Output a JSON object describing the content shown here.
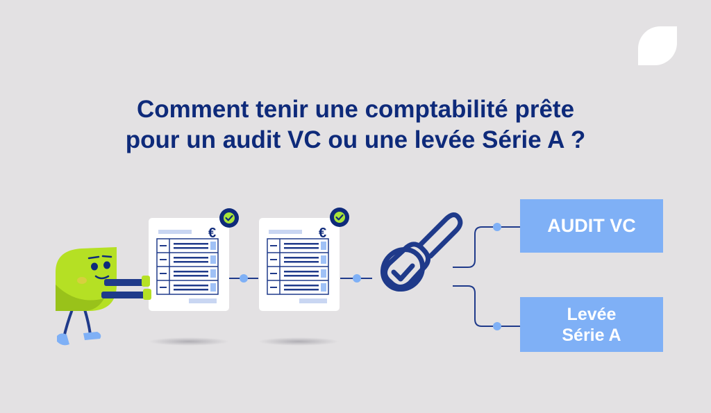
{
  "title": {
    "line1": "Comment tenir une comptabilité prête",
    "line2": "pour un audit VC ou une levée Série A ?"
  },
  "boxes": {
    "audit": "AUDIT VC",
    "levee_line1": "Levée",
    "levee_line2": "Série A"
  },
  "documents": {
    "currency_symbol": "€"
  },
  "icons": [
    "logo-leaf-icon",
    "check-badge-icon",
    "stamp-icon",
    "mascot-character"
  ],
  "colors": {
    "background": "#e3e1e3",
    "navy": "#0e2a7a",
    "accent_blue": "#7fb0f6",
    "mascot_green": "#b5e024",
    "check_green": "#a8e43a"
  }
}
